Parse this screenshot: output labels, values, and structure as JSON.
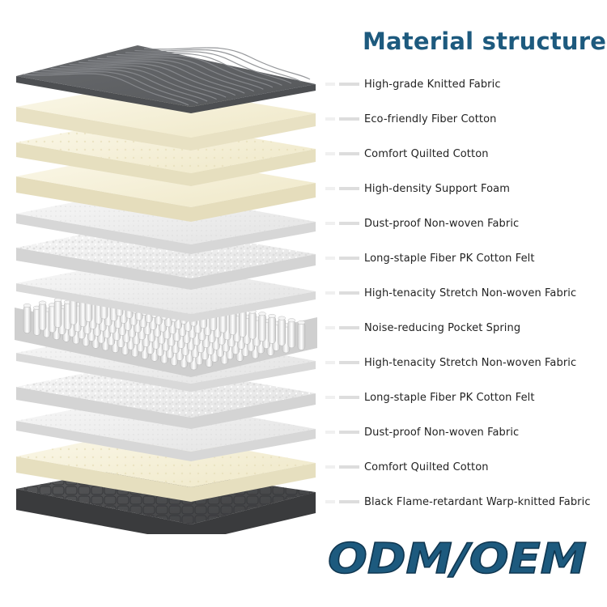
{
  "title": "Material structure",
  "layers": [
    {
      "label": "High-grade Knitted Fabric",
      "texture": "wave-knit-gray"
    },
    {
      "label": "Eco-friendly Fiber Cotton",
      "texture": "cream-fiber"
    },
    {
      "label": "Comfort Quilted Cotton",
      "texture": "cream-quilted"
    },
    {
      "label": "High-density Support Foam",
      "texture": "cream-foam"
    },
    {
      "label": "Dust-proof Non-woven Fabric",
      "texture": "white-nonwoven"
    },
    {
      "label": "Long-staple Fiber PK Cotton Felt",
      "texture": "white-felt"
    },
    {
      "label": "High-tenacity Stretch Non-woven Fabric",
      "texture": "white-nonwoven"
    },
    {
      "label": "Noise-reducing Pocket Spring",
      "texture": "pocket-springs"
    },
    {
      "label": "High-tenacity Stretch Non-woven Fabric",
      "texture": "white-nonwoven"
    },
    {
      "label": "Long-staple Fiber PK Cotton Felt",
      "texture": "white-felt"
    },
    {
      "label": "Dust-proof Non-woven Fabric",
      "texture": "white-nonwoven"
    },
    {
      "label": "Comfort Quilted Cotton",
      "texture": "cream-quilted"
    },
    {
      "label": "Black Flame-retardant Warp-knitted Fabric",
      "texture": "dark-warp-knit"
    }
  ],
  "badge": "ODM/OEM",
  "colors": {
    "title": "#1d5a7e",
    "badge": "#1d5a7e",
    "cream": "#f6f1da",
    "white_layer": "#eeeeee",
    "dark_top": "#5b5d60",
    "dark_bottom": "#4a4b4d"
  }
}
